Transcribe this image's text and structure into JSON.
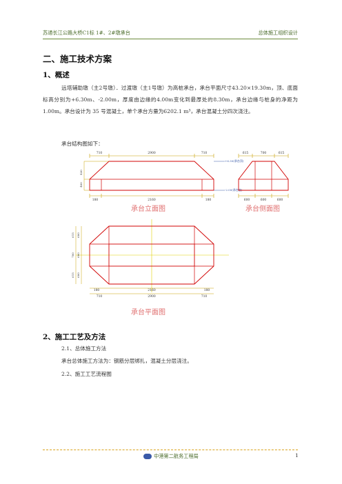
{
  "header": {
    "left": "苏通长江公路大桥C1标 1#、2#墩承台",
    "right": "总体施工组织设计"
  },
  "section_title": "二、施工技术方案",
  "overview": {
    "heading": "1、概述",
    "para1": "远塔辅助墩（主2号墩）．过渡墩（主1号墩）为高桩承台，承台平面尺寸43.20×19.30m，顶、底面标高分别为+6.30m、-2.00m，厚度由边缘的4.00m变化到最厚处的8.30m，承台边缘与桩身的净距为 1.00m。承台设计为 35 号混凝土，单个承台方量为6202.1 m³，承台混凝土分四次浇注。",
    "fig_intro": "承台结构图如下："
  },
  "figure": {
    "elev_caption": "承台立面图",
    "side_caption": "承台侧面图",
    "plan_caption": "承台平面图",
    "elev_top_dims": [
      "710",
      "2900",
      "710"
    ],
    "elev_bottom_dims": [
      "180",
      "2160",
      "180"
    ],
    "elev_left_dims": [
      "430",
      "400"
    ],
    "elev_level_top": "+6.30(承台顶)",
    "elev_level_bottom": "-2.00(承台底)",
    "side_top_dims": [
      "615",
      "700",
      "615"
    ],
    "side_bottom_dims": [
      "600",
      "600",
      "600"
    ],
    "plan_left_dims": [
      "615",
      "700",
      "615"
    ],
    "plan_left_inner_dims": [
      "600",
      "600",
      "600"
    ],
    "plan_bottom_inner_dims": [
      "180",
      "2160",
      "180"
    ],
    "plan_bottom_outer_dims": [
      "710",
      "2900",
      "710"
    ]
  },
  "process": {
    "heading": "2、施工工艺及方法",
    "sub1": "2.1、总体施工方法",
    "sub1_text": "承台总体施工方法为：钢筋分层绑扎，混凝土分层浇注。",
    "sub2": "2.2、施工工艺流程图"
  },
  "footer": {
    "org": "中港第二航务工程局",
    "page": "1"
  },
  "colors": {
    "drawing_line": "#d10000",
    "caption": "#e07070",
    "center_line": "#e0d000",
    "dim_line": "#c8a000",
    "header_text": "#4a6b2a"
  }
}
